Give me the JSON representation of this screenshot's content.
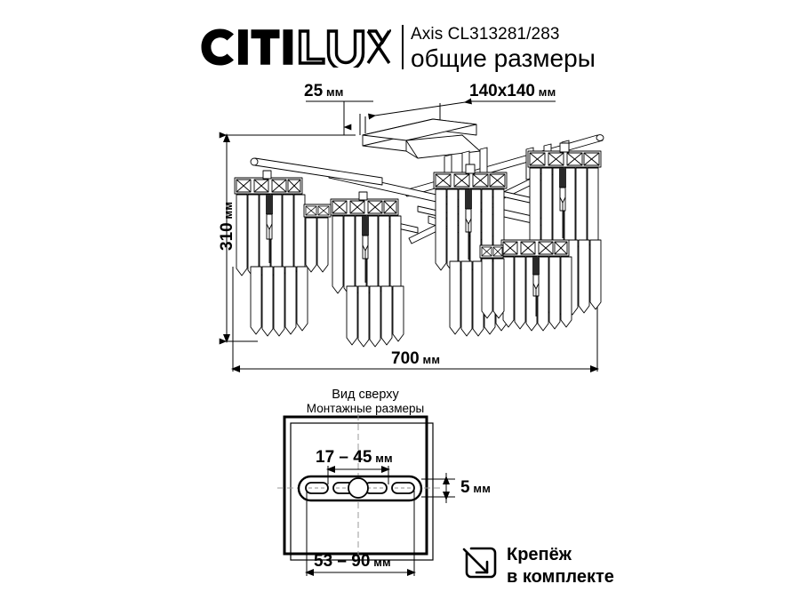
{
  "header": {
    "brand": "CITILUX",
    "brand_part_solid": "CITI",
    "brand_part_outline": "LUX",
    "model": "Axis CL313281/283",
    "title": "общие размеры"
  },
  "main_view": {
    "dim_top_left": {
      "value": "25",
      "unit": "мм"
    },
    "dim_top_right": {
      "value": "140x140",
      "unit": "мм"
    },
    "dim_height": {
      "value": "310",
      "unit": "мм"
    },
    "dim_width": {
      "value": "700",
      "unit": "мм"
    }
  },
  "top_view": {
    "label_line1": "Вид сверху",
    "label_line2": "Монтажные размеры",
    "dim_inner": {
      "value": "17 – 45",
      "unit": "мм"
    },
    "dim_thickness": {
      "value": "5",
      "unit": "мм"
    },
    "dim_outer": {
      "value": "53 – 90",
      "unit": "мм"
    }
  },
  "badge": {
    "icon": "arrow-down-right-in-box-icon",
    "line1": "Крепёж",
    "line2": "в комплекте"
  },
  "colors": {
    "ink": "#000000",
    "background": "#ffffff",
    "hairline": "#1a1a1a",
    "shade_fill": "#ffffff"
  }
}
